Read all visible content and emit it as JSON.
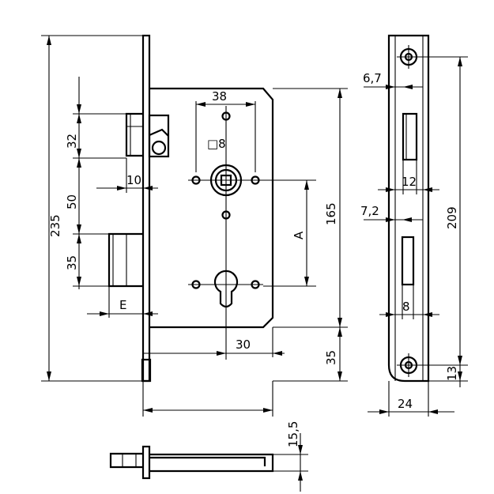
{
  "dimensions": {
    "d235": "235",
    "d32": "32",
    "d50": "50",
    "d35_left": "35",
    "d10": "10",
    "dE": "E",
    "d38": "38",
    "d8_square": "□8",
    "dA": "A",
    "d165": "165",
    "d30": "30",
    "d35_right": "35",
    "d15_5": "15,5",
    "d6_7": "6,7",
    "d12": "12",
    "d7_2": "7,2",
    "d8_bottom": "8",
    "d209": "209",
    "d13": "13",
    "d24": "24"
  }
}
